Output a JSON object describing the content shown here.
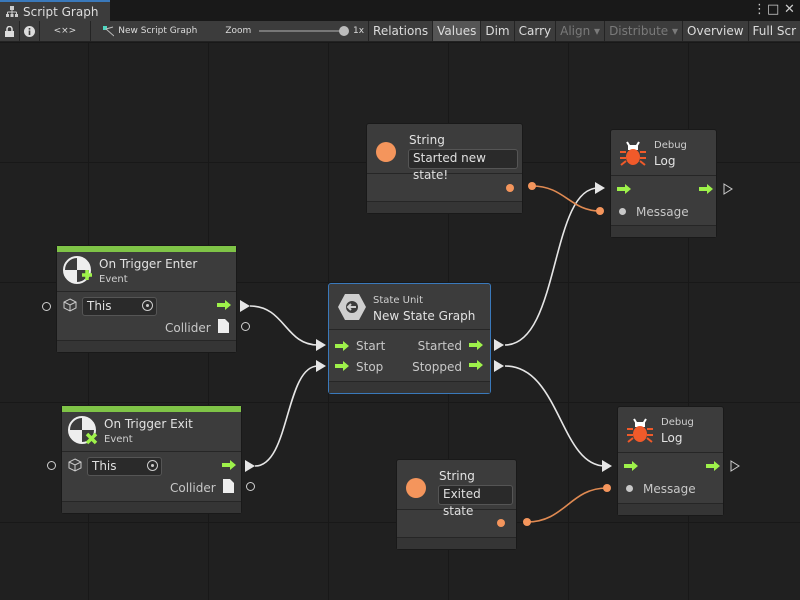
{
  "window": {
    "tab_title": "Script Graph",
    "tab_icon": "hierarchy-icon",
    "more_icon": "⋮",
    "maximize_icon": "□",
    "close_icon": "✕"
  },
  "toolbar": {
    "lock_icon": "lock-icon",
    "info_icon": "info-icon",
    "code_label": "<×>",
    "graph_label": "New Script Graph",
    "zoom_label": "Zoom",
    "zoom_value": "1x",
    "zoom_level": 1.0,
    "buttons": [
      {
        "label": "Relations",
        "state": "normal"
      },
      {
        "label": "Values",
        "state": "active"
      },
      {
        "label": "Dim",
        "state": "normal"
      },
      {
        "label": "Carry",
        "state": "normal"
      },
      {
        "label": "Align ▾",
        "state": "disabled"
      },
      {
        "label": "Distribute ▾",
        "state": "disabled"
      },
      {
        "label": "Overview",
        "state": "normal"
      },
      {
        "label": "Full Scr",
        "state": "normal"
      }
    ]
  },
  "colors": {
    "control_flow": "#9ef24a",
    "string": "#f4955c",
    "event_bar": "#7fc447",
    "selected_border": "#3a79bb",
    "debug_bug": "#f05a2a",
    "wire": "#e6e6e6"
  },
  "nodes": {
    "string1": {
      "title": "String",
      "value": "Started new state!"
    },
    "log1": {
      "category": "Debug",
      "title": "Log",
      "message": "Message"
    },
    "enter": {
      "title": "On Trigger Enter",
      "subtitle": "Event",
      "target": "This",
      "output": "Collider"
    },
    "state": {
      "category": "State Unit",
      "title": "New  State  Graph",
      "inputs": [
        "Start",
        "Stop"
      ],
      "outputs": [
        "Started",
        "Stopped"
      ]
    },
    "exit": {
      "title": "On Trigger Exit",
      "subtitle": "Event",
      "target": "This",
      "output": "Collider"
    },
    "log2": {
      "category": "Debug",
      "title": "Log",
      "message": "Message"
    },
    "string2": {
      "title": "String",
      "value": "Exited state"
    }
  }
}
